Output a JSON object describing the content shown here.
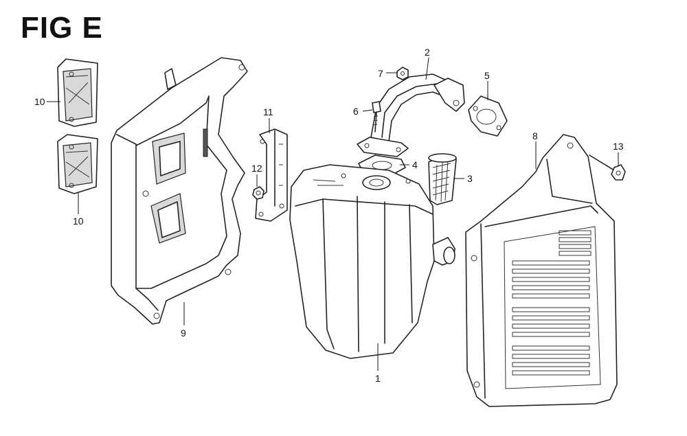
{
  "figure": {
    "title": "FIG E"
  },
  "callouts": [
    "1",
    "2",
    "3",
    "4",
    "5",
    "6",
    "7",
    "8",
    "9",
    "10",
    "10",
    "11",
    "12",
    "13"
  ]
}
